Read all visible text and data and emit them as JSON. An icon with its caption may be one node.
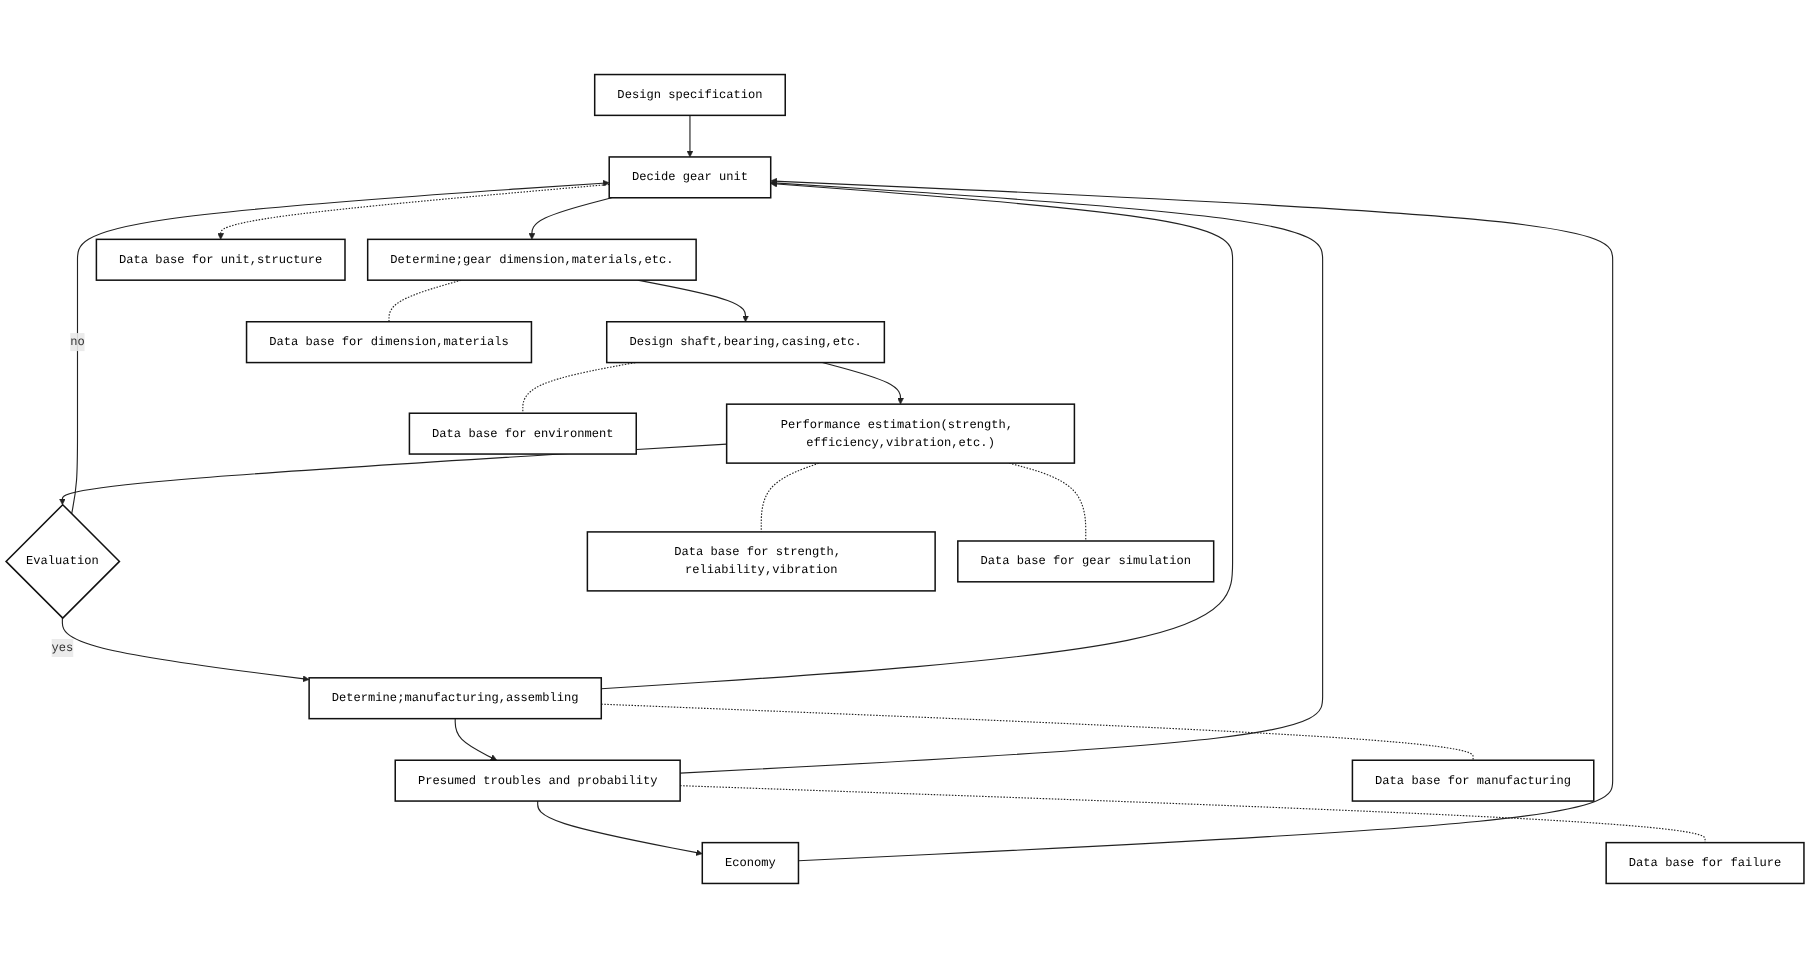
{
  "diagram": {
    "nodes": [
      {
        "text": [
          "Design specification"
        ]
      },
      {
        "text": [
          "Decide gear unit"
        ]
      },
      {
        "text": [
          "Determine;gear dimension,materials,etc."
        ]
      },
      {
        "text": [
          "Design shaft,bearing,casing,etc."
        ]
      },
      {
        "text": [
          "Performance estimation(strength, efficiency,vibration,etc.)"
        ]
      },
      {
        "text": [
          "Evaluation"
        ]
      },
      {
        "text": [
          "Determine;manufacturing,assembling"
        ]
      },
      {
        "text": [
          "Presumed troubles and probability"
        ]
      },
      {
        "text": [
          "Economy"
        ]
      },
      {
        "text": [
          "Data base for unit,structure"
        ]
      },
      {
        "text": [
          "Data base for dimension,materials"
        ]
      },
      {
        "text": [
          "Data base for environment"
        ]
      },
      {
        "text": [
          "Data base for strength, reliability,vibration"
        ]
      },
      {
        "text": [
          "Data base for gear simulation"
        ]
      },
      {
        "text": [
          "Data base for manufacturing"
        ]
      },
      {
        "text": [
          "Data base for failure"
        ]
      }
    ],
    "edges": [
      {
        "from": 0,
        "to": 1,
        "arrow": "to"
      },
      {
        "from": 1,
        "to": 2,
        "arrow": "to"
      },
      {
        "from": 2,
        "to": 3,
        "arrow": "to"
      },
      {
        "from": 3,
        "to": 4,
        "arrow": "to"
      },
      {
        "from": 4,
        "to": 5,
        "arrow": "to"
      },
      {
        "from": 5,
        "to": 6,
        "arrow": "to",
        "label": "yes"
      },
      {
        "from": 6,
        "to": 7,
        "arrow": "to"
      },
      {
        "from": 7,
        "to": 8,
        "arrow": "to"
      },
      {
        "from": 1,
        "to": 9,
        "arrow": "to",
        "style": "dashed"
      },
      {
        "from": 2,
        "to": 10,
        "arrow": "none",
        "style": "dashed"
      },
      {
        "from": 3,
        "to": 11,
        "arrow": "none",
        "style": "dashed"
      },
      {
        "from": 4,
        "to": 12,
        "arrow": "none",
        "style": "dashed"
      },
      {
        "from": 4,
        "to": 13,
        "arrow": "none",
        "style": "dashed"
      },
      {
        "from": 6,
        "to": 14,
        "arrow": "none",
        "style": "dashed"
      },
      {
        "from": 7,
        "to": 15,
        "arrow": "none",
        "style": "dashed"
      },
      {
        "from": 5,
        "to": 1,
        "arrow": "to",
        "label": "no"
      },
      {
        "from": 6,
        "to": 1,
        "arrow": "to"
      },
      {
        "from": 7,
        "to": 1,
        "arrow": "to"
      },
      {
        "from": 8,
        "to": 1,
        "arrow": "to"
      }
    ]
  }
}
